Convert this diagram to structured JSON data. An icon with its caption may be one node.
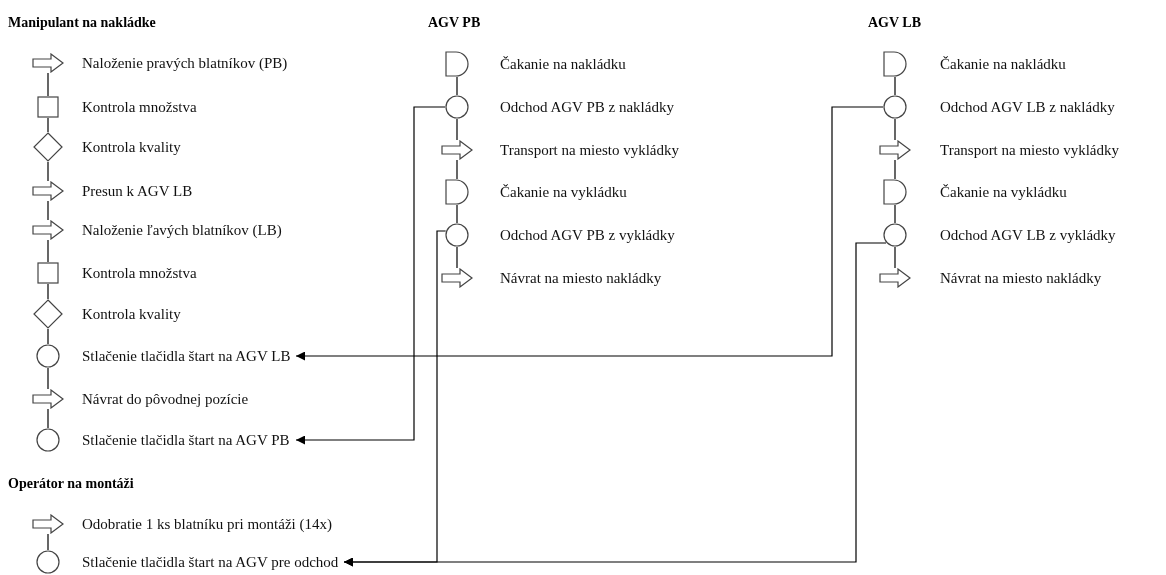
{
  "diagram": {
    "labels": [
      "Manipulant na nakládke",
      "AGV PB",
      "AGV LB",
      "Operátor na montáži"
    ],
    "nodes": [
      {
        "text": [],
        "shape": "arrow",
        "beside": [
          "Naloženie pravých blatníkov (PB)"
        ]
      },
      {
        "text": [],
        "shape": "box",
        "beside": [
          "Kontrola množstva"
        ]
      },
      {
        "text": [],
        "shape": "diamond",
        "beside": [
          "Kontrola kvality"
        ]
      },
      {
        "text": [],
        "shape": "arrow",
        "beside": [
          "Presun k AGV LB"
        ]
      },
      {
        "text": [],
        "shape": "arrow",
        "beside": [
          "Naloženie ľavých blatníkov (LB)"
        ]
      },
      {
        "text": [],
        "shape": "box",
        "beside": [
          "Kontrola množstva"
        ]
      },
      {
        "text": [],
        "shape": "diamond",
        "beside": [
          "Kontrola kvality"
        ]
      },
      {
        "text": [],
        "shape": "circle",
        "beside": [
          "Stlačenie tlačidla štart na AGV LB"
        ]
      },
      {
        "text": [],
        "shape": "arrow",
        "beside": [
          "Návrat do pôvodnej pozície"
        ]
      },
      {
        "text": [],
        "shape": "circle",
        "beside": [
          "Stlačenie tlačidla štart na AGV PB"
        ]
      },
      {
        "text": [],
        "shape": "arrow",
        "beside": [
          "Odobratie 1 ks blatníku pri montáži (14x)"
        ]
      },
      {
        "text": [],
        "shape": "circle",
        "beside": [
          "Stlačenie tlačidla štart na AGV pre odchod"
        ]
      },
      {
        "text": [],
        "shape": "delay",
        "beside": [
          "Čakanie na nakládku"
        ]
      },
      {
        "text": [],
        "shape": "circle",
        "beside": [
          "Odchod AGV PB z nakládky"
        ]
      },
      {
        "text": [],
        "shape": "arrow",
        "beside": [
          "Transport na miesto vykládky"
        ]
      },
      {
        "text": [],
        "shape": "delay",
        "beside": [
          "Čakanie na vykládku"
        ]
      },
      {
        "text": [],
        "shape": "circle",
        "beside": [
          "Odchod AGV PB z vykládky"
        ]
      },
      {
        "text": [],
        "shape": "arrow",
        "beside": [
          "Návrat na miesto nakládky"
        ]
      },
      {
        "text": [],
        "shape": "delay",
        "beside": [
          "Čakanie na nakládku"
        ]
      },
      {
        "text": [],
        "shape": "circle",
        "beside": [
          "Odchod AGV LB z nakládky"
        ]
      },
      {
        "text": [],
        "shape": "arrow",
        "beside": [
          "Transport na miesto vykládky"
        ]
      },
      {
        "text": [],
        "shape": "delay",
        "beside": [
          "Čakanie na vykládku"
        ]
      },
      {
        "text": [],
        "shape": "circle",
        "beside": [
          "Odchod AGV LB z vykládky"
        ]
      },
      {
        "text": [],
        "shape": "arrow",
        "beside": [
          "Návrat na miesto nakládky"
        ]
      }
    ],
    "edges": [
      {
        "from": 0,
        "to": 1,
        "arrow": "none"
      },
      {
        "from": 1,
        "to": 2,
        "arrow": "none"
      },
      {
        "from": 2,
        "to": 3,
        "arrow": "none"
      },
      {
        "from": 3,
        "to": 4,
        "arrow": "none"
      },
      {
        "from": 4,
        "to": 5,
        "arrow": "none"
      },
      {
        "from": 5,
        "to": 6,
        "arrow": "none"
      },
      {
        "from": 6,
        "to": 7,
        "arrow": "none"
      },
      {
        "from": 7,
        "to": 8,
        "arrow": "none"
      },
      {
        "from": 8,
        "to": 9,
        "arrow": "none"
      },
      {
        "from": 10,
        "to": 11,
        "arrow": "none"
      },
      {
        "from": 12,
        "to": 13,
        "arrow": "none"
      },
      {
        "from": 13,
        "to": 14,
        "arrow": "none"
      },
      {
        "from": 14,
        "to": 15,
        "arrow": "none"
      },
      {
        "from": 15,
        "to": 16,
        "arrow": "none"
      },
      {
        "from": 16,
        "to": 17,
        "arrow": "none"
      },
      {
        "from": 18,
        "to": 19,
        "arrow": "none"
      },
      {
        "from": 19,
        "to": 20,
        "arrow": "none"
      },
      {
        "from": 20,
        "to": 21,
        "arrow": "none"
      },
      {
        "from": 21,
        "to": 22,
        "arrow": "none"
      },
      {
        "from": 22,
        "to": 23,
        "arrow": "none"
      },
      {
        "from": 13,
        "to": 9,
        "arrow": "to"
      },
      {
        "from": 16,
        "to": 11,
        "arrow": "to"
      },
      {
        "from": 19,
        "to": 7,
        "arrow": "to"
      },
      {
        "from": 22,
        "to": 11,
        "arrow": "to"
      }
    ]
  }
}
